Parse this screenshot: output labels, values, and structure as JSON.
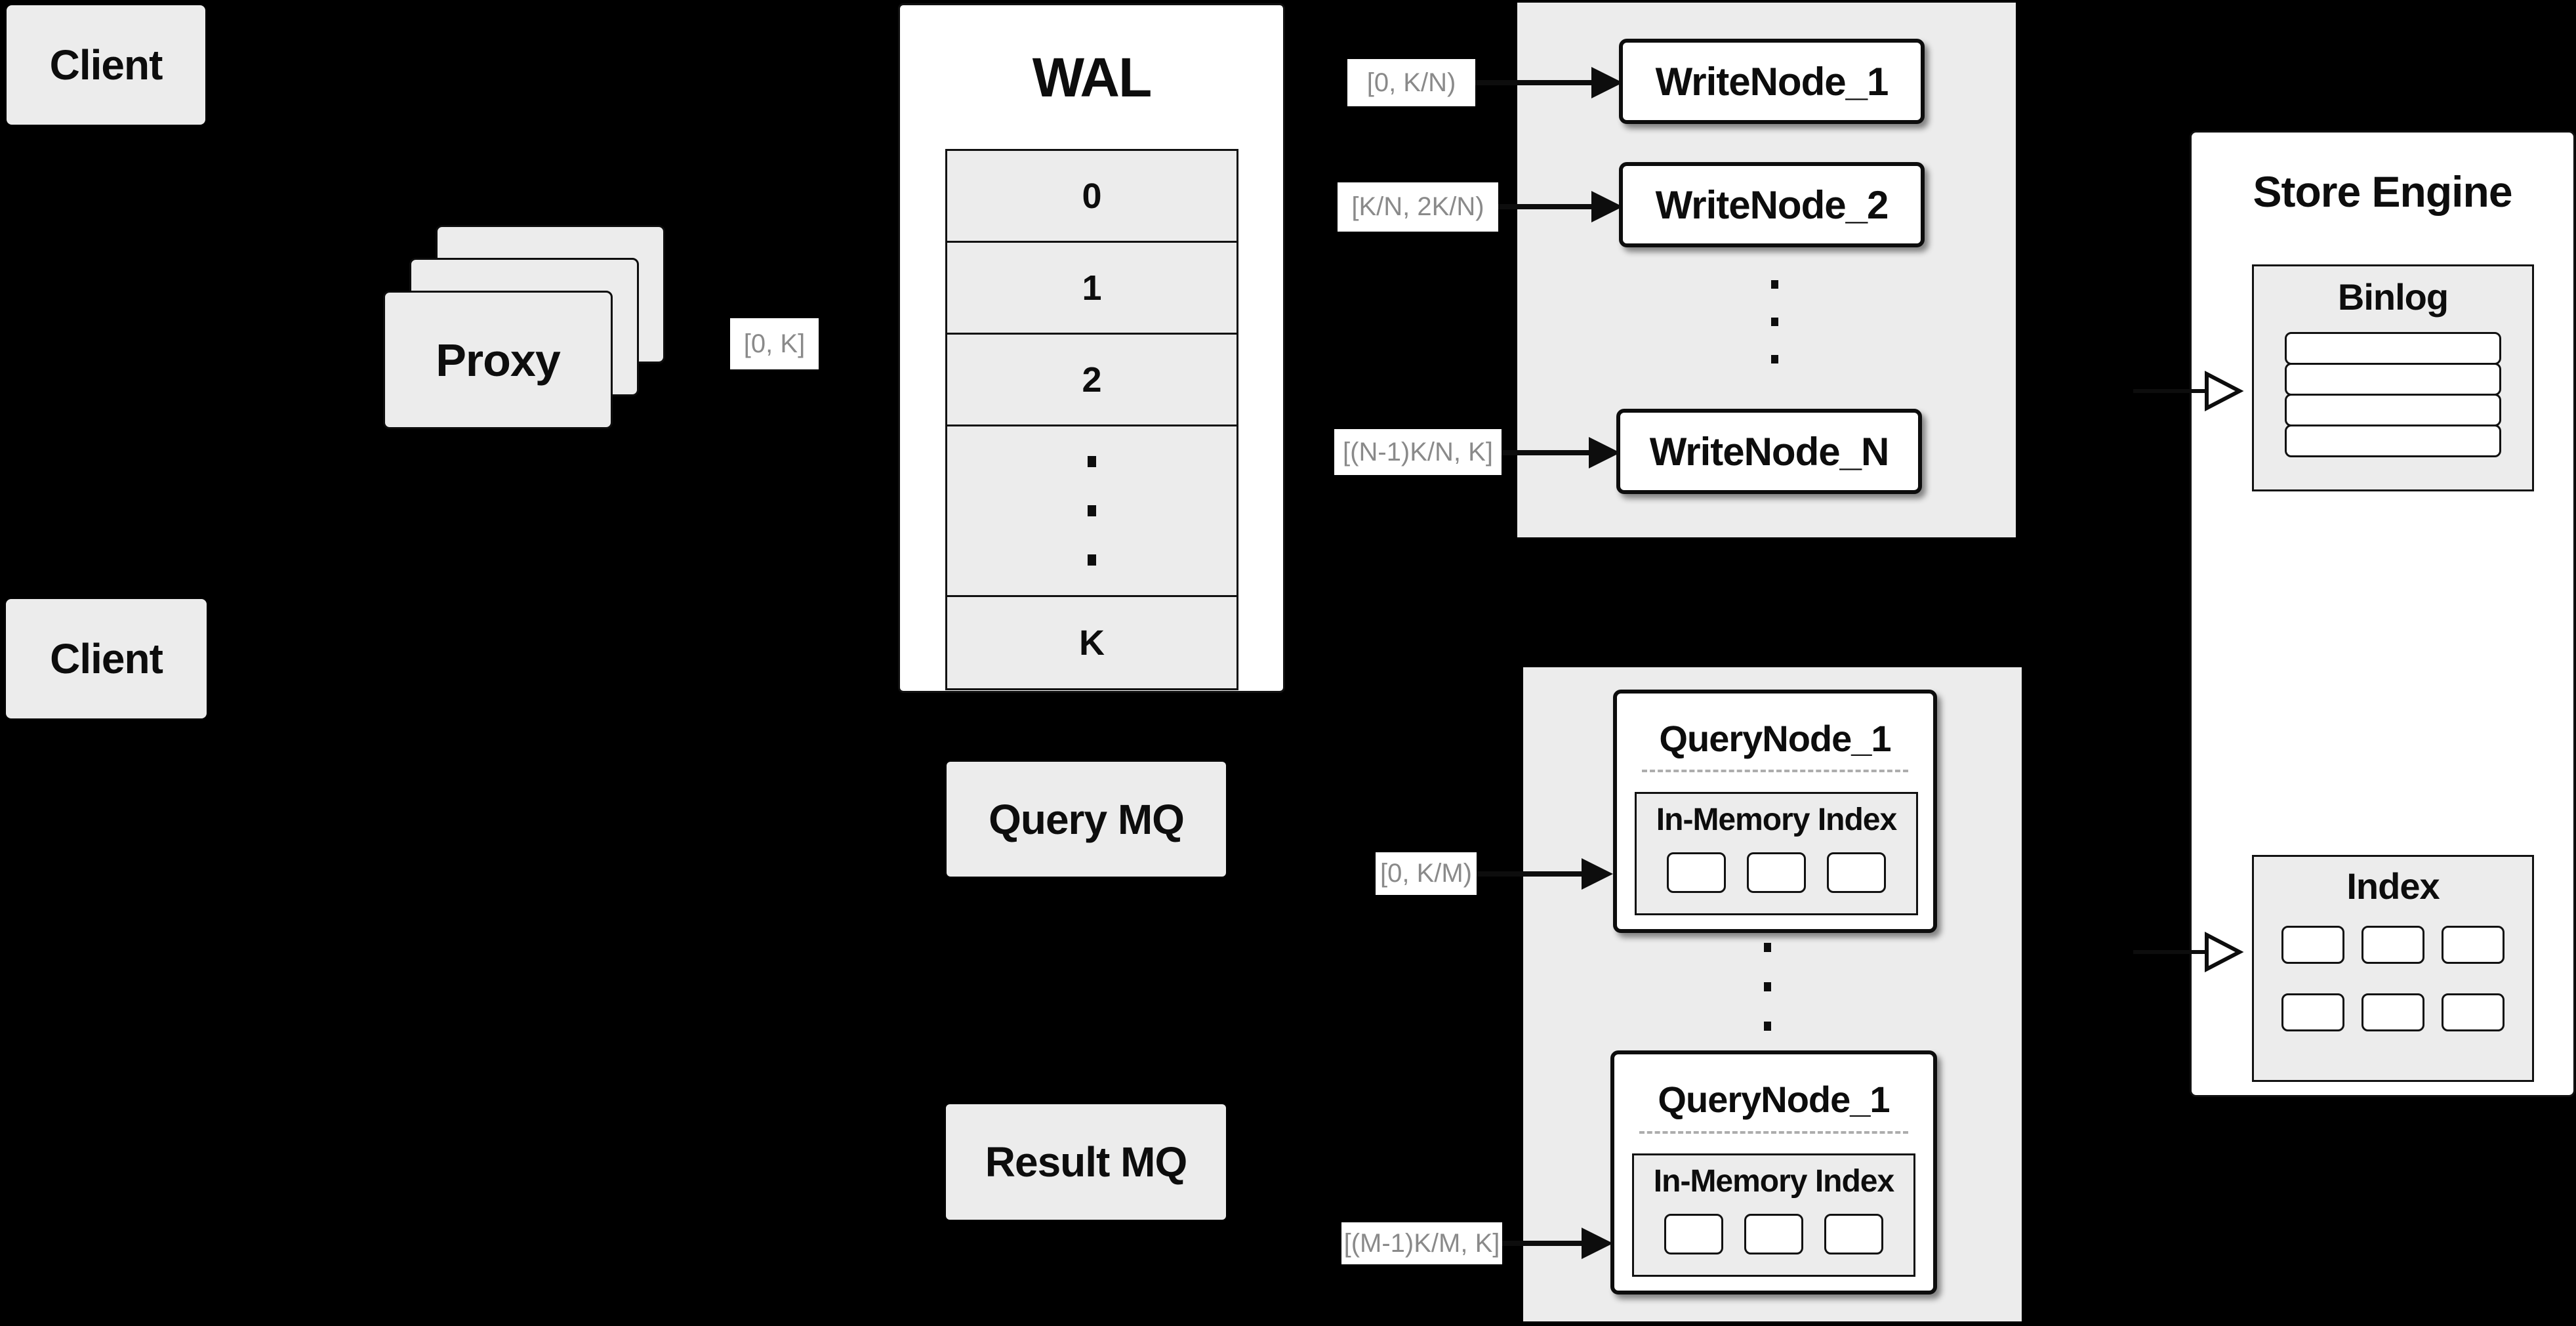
{
  "clients": [
    {
      "label": "Client"
    },
    {
      "label": "Client"
    }
  ],
  "proxy": {
    "label": "Proxy"
  },
  "ingest_range": "[0, K]",
  "wal": {
    "title": "WAL",
    "segments": [
      "0",
      "1",
      "2"
    ],
    "last_segment": "K"
  },
  "write_group": {
    "nodes": [
      {
        "name": "WriteNode_1",
        "range": "[0, K/N)"
      },
      {
        "name": "WriteNode_2",
        "range": "[K/N, 2K/N)"
      },
      {
        "name": "WriteNode_N",
        "range": "[(N-1)K/N, K]"
      }
    ]
  },
  "store_engine": {
    "title": "Store Engine",
    "binlog_title": "Binlog",
    "index_title": "Index"
  },
  "mq": {
    "query": "Query MQ",
    "result": "Result MQ"
  },
  "query_group": {
    "nodes": [
      {
        "name": "QueryNode_1",
        "inner_title": "In-Memory Index",
        "range": "[0, K/M)"
      },
      {
        "name": "QueryNode_1",
        "inner_title": "In-Memory Index",
        "range": "[(M-1)K/M, K]"
      }
    ]
  },
  "colors": {
    "background": "#000000",
    "panel_fill": "#ececec",
    "node_fill": "#ffffff",
    "line": "#0d0d0d",
    "range_text": "#8a8a8a",
    "dashed_divider": "#adadad"
  }
}
